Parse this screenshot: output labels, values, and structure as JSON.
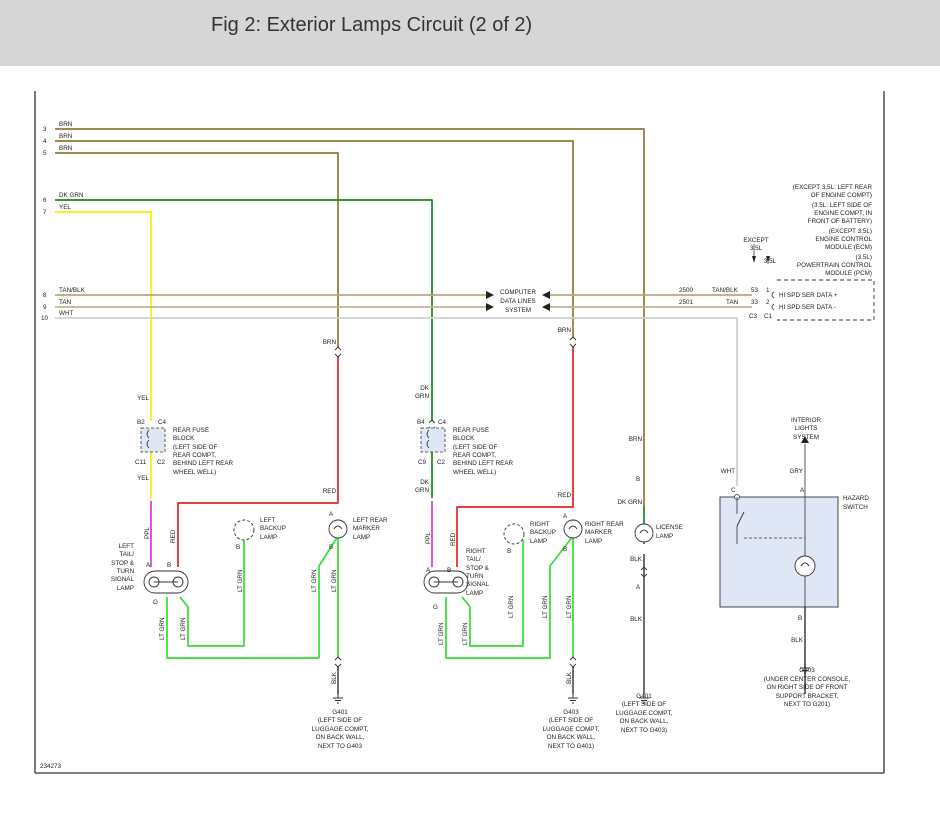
{
  "header": {
    "title": "Fig 2: Exterior Lamps Circuit (2 of 2)"
  },
  "colors": {
    "brn": "#8b7a35",
    "dkgrn": "#1a8a1a",
    "yel": "#f2f200",
    "tanblk": "#b9a878",
    "tan": "#c4b48c",
    "wht": "#cfcfcf",
    "red": "#e52222",
    "ltgrn": "#33dd33",
    "ppl": "#d838d8",
    "blk": "#555555",
    "gry": "#9a9a9a",
    "frame": "#333333"
  },
  "pins": [
    "3",
    "4",
    "5",
    "6",
    "7",
    "8",
    "9",
    "10"
  ],
  "wires": {
    "brn": "BRN",
    "dk_grn": "DK GRN",
    "yel": "YEL",
    "tan_blk": "TAN/BLK",
    "tan": "TAN",
    "wht": "WHT",
    "red": "RED",
    "ppl": "PPL",
    "lt_grn": "LT GRN",
    "blk": "BLK",
    "gry": "GRY",
    "dk": "DK",
    "grn": "GRN"
  },
  "circuits": {
    "c2500": "2500",
    "c2501": "2501"
  },
  "ecm": {
    "line1": "(EXCEPT 3.5L: LEFT REAR",
    "line2": "OF ENGINE COMPT)",
    "line3": "(3.5L: LEFT SIDE OF",
    "line4": "ENGINE COMPT, IN",
    "line5": "FRONT OF BATTERY)",
    "line6": "(EXCEPT 3.5L)",
    "line7": "ENGINE CONTROL",
    "line8": "MODULE (ECM)",
    "line9": "(3.5L)",
    "line10": "POWERTRAIN CONTROL",
    "line11": "MODULE (PCM)",
    "except": "EXCEPT",
    "v35": "3.5L",
    "pin53": "53",
    "pin1": "1",
    "pin33": "33",
    "pin2": "2",
    "c3": "C3",
    "c1": "C1",
    "hi_spd_pos": "HI SPD SER DATA +",
    "hi_spd_neg": "HI SPD SER DATA -"
  },
  "computer_data": {
    "line1": "COMPUTER",
    "line2": "DATA LINES",
    "line3": "SYSTEM"
  },
  "interior": {
    "line1": "INTERIOR",
    "line2": "LIGHTS",
    "line3": "SYSTEM"
  },
  "hazard": {
    "line1": "HAZARD",
    "line2": "SWITCH"
  },
  "fuse_block": {
    "line1": "REAR FUSE",
    "line2": "BLOCK",
    "line3": "(LEFT SIDE OF",
    "line4": "REAR COMPT,",
    "line5": "BEHIND LEFT REAR",
    "line6": "WHEEL WELL)"
  },
  "conn": {
    "b2": "B2",
    "c4": "C4",
    "c11": "C11",
    "c2": "C2",
    "b4": "B4",
    "c9": "C9",
    "a": "A",
    "b": "B",
    "c": "C",
    "g": "G"
  },
  "lamps": {
    "left_tail": [
      "LEFT",
      "TAIL/",
      "STOP &",
      "TURN",
      "SIGNAL",
      "LAMP"
    ],
    "right_tail": [
      "RIGHT",
      "TAIL/",
      "STOP &",
      "TURN",
      "SIGNAL",
      "LAMP"
    ],
    "left_backup": [
      "LEFT",
      "BACKUP",
      "LAMP"
    ],
    "right_backup": [
      "RIGHT",
      "BACKUP",
      "LAMP"
    ],
    "left_marker": [
      "LEFT REAR",
      "MARKER",
      "LAMP"
    ],
    "right_marker": [
      "RIGHT REAR",
      "MARKER",
      "LAMP"
    ],
    "license": [
      "LICENSE",
      "LAMP"
    ]
  },
  "grounds": {
    "g401a": [
      "G401",
      "(LEFT SIDE OF",
      "LUGGAGE COMPT,",
      "ON BACK WALL,",
      "NEXT TO G403"
    ],
    "g403": [
      "G403",
      "(LEFT SIDE OF",
      "LUGGAGE COMPT,",
      "ON BACK WALL,",
      "NEXT TO G401)"
    ],
    "g401b": [
      "G401",
      "(LEFT SIDE OF",
      "LUGGAGE COMPT,",
      "ON BACK WALL,",
      "NEXT TO G403)"
    ],
    "g203": [
      "G203",
      "(UNDER CENTER CONSOLE,",
      "ON RIGHT SIDE OF FRONT",
      "SUPPORT BRACKET,",
      "NEXT TO G201)"
    ]
  },
  "figure_id": "234273"
}
